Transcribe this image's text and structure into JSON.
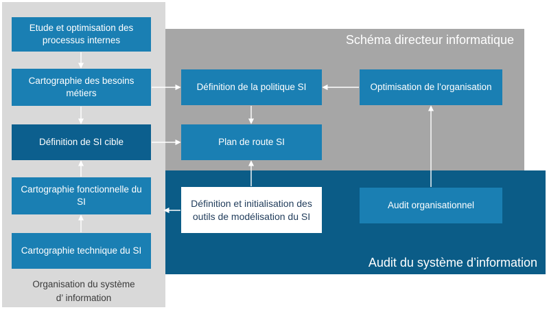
{
  "colors": {
    "left_panel": "#d9d9d9",
    "schema_region": "#a6a6a6",
    "audit_region": "#0b5c87",
    "box_mid": "#1a7fb3",
    "box_dark": "#0c5f8e",
    "arrow": "#ffffff"
  },
  "regions": {
    "schema_label": "Schéma directeur informatique",
    "audit_label": "Audit du système d’information",
    "org_label_line1": "Organisation du système",
    "org_label_line2": "d’ information"
  },
  "nodes": {
    "etude": "Etude et optimisation des processus internes",
    "cartographie_besoins": "Cartographie des besoins métiers",
    "definition_si_cible": "Définition de SI cible",
    "cartographie_fonctionnelle": "Cartographie fonctionnelle du SI",
    "cartographie_technique": "Cartographie technique du SI",
    "definition_politique": "Définition de la politique SI",
    "plan_route": "Plan de route SI",
    "optimisation_organisation": "Optimisation de l’organisation",
    "outils_modelisation": "Définition et initialisation des outils de modélisation du SI",
    "audit_organisationnel": "Audit organisationnel"
  }
}
